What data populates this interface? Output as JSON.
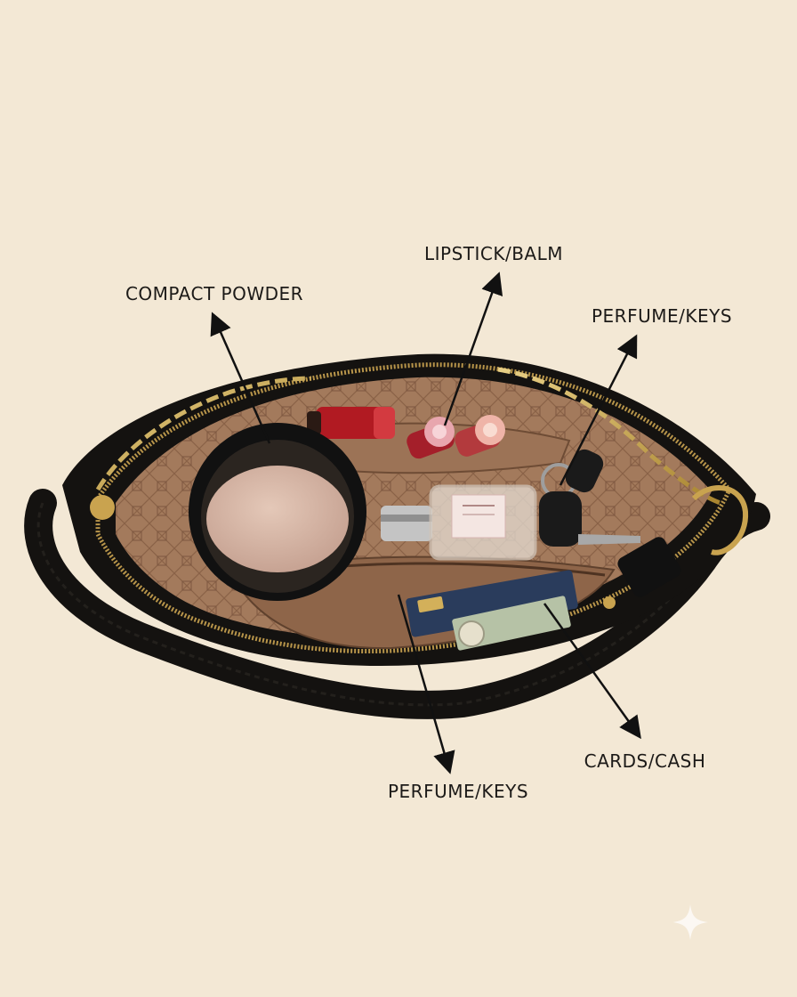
{
  "labels": {
    "lipstick": "LIPSTICK/BALM",
    "compact": "COMPACT POWDER",
    "perfume_keys_top": "PERFUME/KEYS",
    "cards_cash": "CARDS/CASH",
    "perfume_keys_bottom": "PERFUME/KEYS"
  },
  "colors": {
    "background": "#f3e8d5",
    "bag_leather": "#141210",
    "lining": "#9c7356",
    "lining_dark": "#6e4c35",
    "chain_gold": "#c9a34f",
    "ink": "#1c1a18"
  }
}
